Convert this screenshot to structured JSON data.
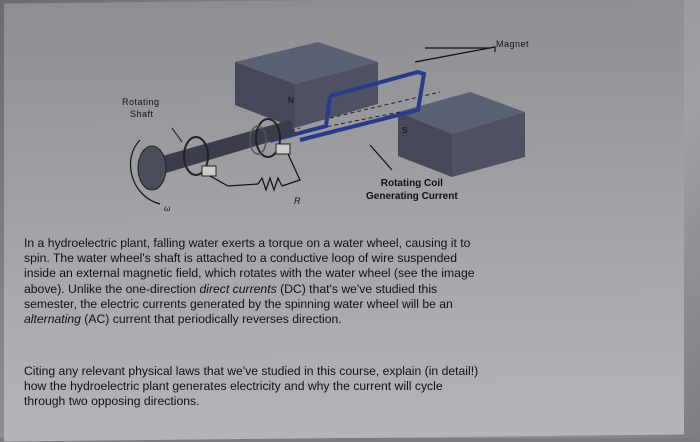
{
  "diagram": {
    "labels": {
      "magnet": "Magnet",
      "rotating_shaft_line1": "Rotating",
      "rotating_shaft_line2": "Shaft",
      "north": "N",
      "south": "S",
      "resistor": "R",
      "coil_line1": "Rotating Coil",
      "coil_line2": "Generating Current",
      "omega": "ω"
    },
    "colors": {
      "magnet_top": "#555a6e",
      "magnet_side": "#464b5c",
      "wire": "#2a3a8a",
      "shaft": "#3b3e4a"
    }
  },
  "paragraph1": {
    "lines": [
      "In a hydroelectric plant, falling water exerts a torque on a water wheel, causing it to",
      "spin. The water wheel's shaft is attached to a conductive loop of wire suspended",
      "inside an external magnetic field, which rotates with the water wheel (see the image",
      "above). Unlike the one-direction "
    ],
    "line4_italic": "direct currents",
    "line4_rest": " (DC) that's we've studied this",
    "line5": "semester, the electric currents generated by the spinning water wheel will be an",
    "line6_italic": "alternating",
    "line6_rest": " (AC) current that periodically reverses direction."
  },
  "paragraph2": {
    "lines": [
      "Citing any relevant physical laws that we've studied in this course, explain (in detail!)",
      "how the hydroelectric plant generates electricity and why the current will cycle",
      "through two opposing directions."
    ]
  }
}
